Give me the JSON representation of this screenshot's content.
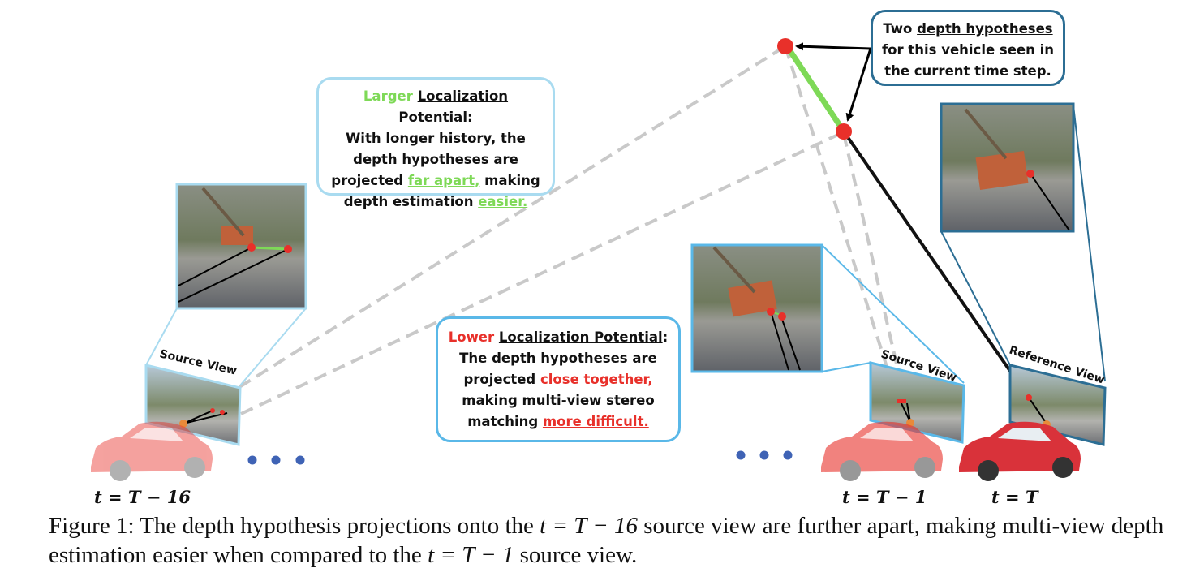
{
  "callouts": {
    "larger": {
      "lead": "Larger",
      "key": "Localization Potential",
      "colon": ":",
      "line1": "With longer history, the",
      "line2": "depth hypotheses are",
      "line3a": "projected ",
      "line3b": "far apart,",
      "line3c": " making",
      "line4a": "depth estimation ",
      "line4b": "easier."
    },
    "lower": {
      "lead": "Lower",
      "key": "Localization Potential",
      "colon": ":",
      "line1": "The depth hypotheses are",
      "line2a": "projected ",
      "line2b": "close together,",
      "line3": "making multi-view stereo",
      "line4a": "matching ",
      "line4b": "more difficult."
    },
    "two": {
      "line1a": "Two ",
      "line1b": "depth hypotheses",
      "line2": "for this vehicle seen in",
      "line3": "the current time step."
    }
  },
  "view_labels": {
    "source_left": "Source View",
    "source_right": "Source View",
    "reference": "Reference View"
  },
  "time_labels": {
    "t_left": "t = T − 16",
    "t_mid": "t = T − 1",
    "t_right": "t = T"
  },
  "caption": {
    "a": "Figure 1:  The depth hypothesis projections onto the ",
    "eq1": "t = T − 16",
    "b": " source view are further apart, making multi-view depth estimation easier when compared to the ",
    "eq2": "t = T − 1",
    "c": " source view."
  },
  "colors": {
    "green": "#7ed957",
    "red": "#e8302a",
    "light_blue": "#a9dbf0",
    "mid_blue": "#5ab8e8",
    "dark_blue": "#2c6e94"
  }
}
